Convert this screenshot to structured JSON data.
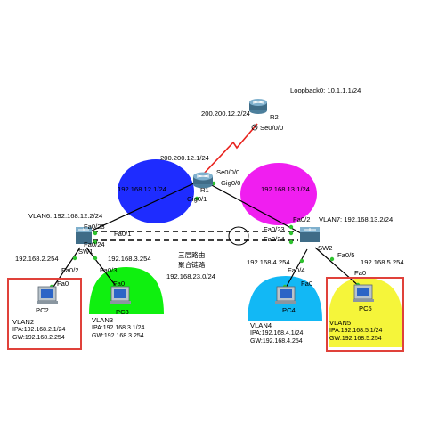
{
  "colors": {
    "blue_area": "#1e2cff",
    "magenta_area": "#f01ef0",
    "green_area": "#0ff00f",
    "cyan_area": "#12b8f5",
    "yellow_area": "#f5f53a",
    "red_link": "#e8231e",
    "highlight_box": "#e0413a",
    "port_marker": "#2ec22e"
  },
  "icons": {
    "router": "router-icon",
    "switch": "multilayer-switch-icon",
    "pc": "pc-icon",
    "clock": "clock-icon"
  },
  "devices": {
    "r2": {
      "name": "R2",
      "loopback": "Loopback0: 10.1.1.1/24",
      "serial_ip": "200.200.12.2/24",
      "serial_port": "Se0/0/0"
    },
    "r1": {
      "name": "R1",
      "serial_ip": "200.200.12.1/24",
      "serial_port": "Se0/0/0",
      "gig00": "Gig0/0",
      "gig01": "Gig0/1"
    },
    "sw1": {
      "name": "SW1",
      "vlan6": "VLAN6: 192.168.12.2/24",
      "fa023": "Fa0/23",
      "fa024": "Fa0/24",
      "fa02": "Fa0/2",
      "fa03": "Fa0/3",
      "gw2": "192.168.2.254",
      "gw3": "192.168.3.254"
    },
    "sw2": {
      "name": "SW2",
      "vlan7": "VLAN7: 192.168.13.2/24",
      "fa023": "Fa0/23",
      "fa024": "Fa0/24",
      "fa02": "Fa0/2",
      "fa04": "Fa0/4",
      "fa05": "Fa0/5",
      "gw4": "192.168.4.254",
      "gw5": "192.168.5.254"
    }
  },
  "networks": {
    "net12": "192.168.12.1/24",
    "net13": "192.168.13.1/24",
    "net23": "192.168.23.0/24",
    "fa01": "Fa0/1",
    "l3_note_line1": "三层路由",
    "l3_note_line2": "聚合链路"
  },
  "pcs": [
    {
      "name": "PC2",
      "port": "Fa0",
      "vlan": "VLAN2",
      "ip": "IPA:192.168.2.1/24",
      "gw": "GW:192.168.2.254"
    },
    {
      "name": "PC3",
      "port": "Fa0",
      "vlan": "VLAN3",
      "ip": "IPA:192.168.3.1/24",
      "gw": "GW:192.168.3.254"
    },
    {
      "name": "PC4",
      "port": "Fa0",
      "vlan": "VLAN4",
      "ip": "IPA:192.168.4.1/24",
      "gw": "GW:192.168.4.254"
    },
    {
      "name": "PC5",
      "port": "Fa0",
      "vlan": "VLAN5",
      "ip": "IPA:192.168.5.1/24",
      "gw": "GW:192.168.5.254"
    }
  ]
}
